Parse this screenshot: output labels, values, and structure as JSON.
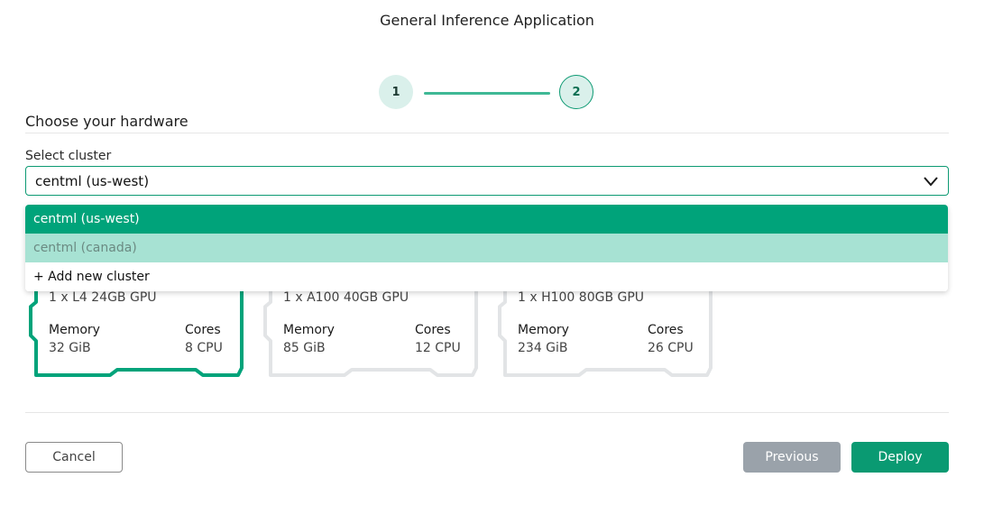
{
  "header": {
    "title": "General Inference Application"
  },
  "stepper": {
    "steps": [
      "1",
      "2"
    ],
    "current": 2
  },
  "section": {
    "heading": "Choose your hardware"
  },
  "cluster": {
    "label": "Select cluster",
    "value": "centml (us-west)",
    "options": [
      "centml (us-west)",
      "centml (canada)",
      "+ Add new cluster"
    ]
  },
  "hardware": [
    {
      "gpu": "1 x L4 24GB GPU",
      "memory_label": "Memory",
      "memory": "32 GiB",
      "cores_label": "Cores",
      "cores": "8 CPU",
      "selected": true
    },
    {
      "gpu": "1 x A100 40GB GPU",
      "memory_label": "Memory",
      "memory": "85 GiB",
      "cores_label": "Cores",
      "cores": "12 CPU",
      "selected": false
    },
    {
      "gpu": "1 x H100 80GB GPU",
      "memory_label": "Memory",
      "memory": "234 GiB",
      "cores_label": "Cores",
      "cores": "26 CPU",
      "selected": false
    }
  ],
  "footer": {
    "cancel": "Cancel",
    "previous": "Previous",
    "deploy": "Deploy"
  },
  "colors": {
    "accent": "#00a37a",
    "accent_light": "#a7e2d3",
    "disabled": "#9aa2aa"
  }
}
